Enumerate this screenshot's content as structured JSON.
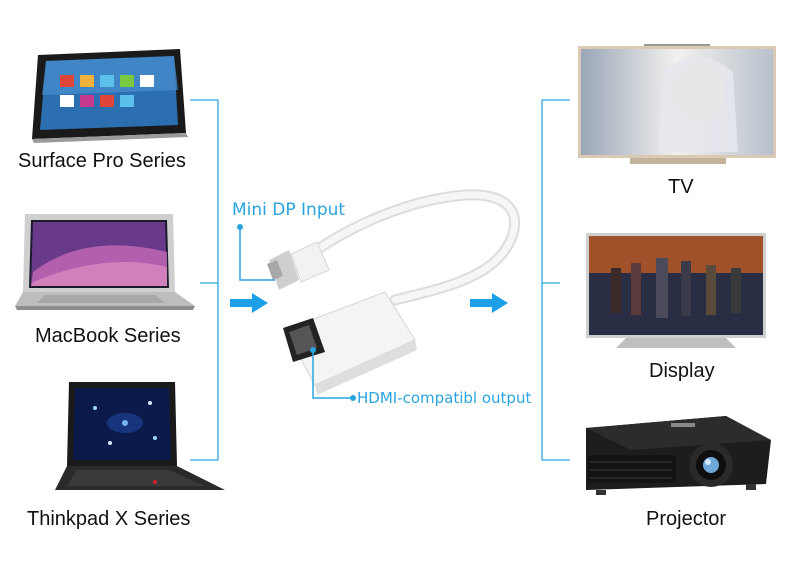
{
  "sources": [
    {
      "label": "Surface Pro Series",
      "icon": "tablet-icon"
    },
    {
      "label": "MacBook Series",
      "icon": "laptop-icon"
    },
    {
      "label": "Thinkpad X Series",
      "icon": "laptop-icon"
    }
  ],
  "outputs": [
    {
      "label": "TV",
      "icon": "tv-icon"
    },
    {
      "label": "Display",
      "icon": "monitor-icon"
    },
    {
      "label": "Projector",
      "icon": "projector-icon"
    }
  ],
  "adapter": {
    "input_label": "Mini DP Input",
    "output_label": "HDMI-compatibl output"
  },
  "colors": {
    "accent": "#2aa4e0",
    "arrow": "#1ea0e8",
    "text": "#111111"
  }
}
